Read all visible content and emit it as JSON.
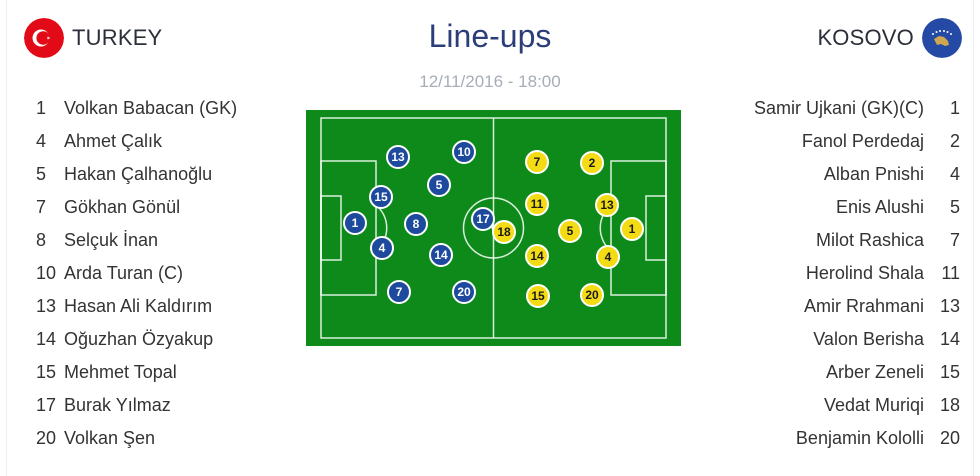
{
  "match": {
    "title": "Line-ups",
    "datetime": "12/11/2016 - 18:00"
  },
  "home": {
    "name": "TURKEY",
    "flag_icon": "turkey-flag-icon",
    "color": "#1e4a9e",
    "players": [
      {
        "num": "1",
        "name": "Volkan Babacan (GK)"
      },
      {
        "num": "4",
        "name": "Ahmet Çalık"
      },
      {
        "num": "5",
        "name": "Hakan Çalhanoğlu"
      },
      {
        "num": "7",
        "name": "Gökhan Gönül"
      },
      {
        "num": "8",
        "name": "Selçuk İnan"
      },
      {
        "num": "10",
        "name": "Arda Turan (C)"
      },
      {
        "num": "13",
        "name": "Hasan Ali Kaldırım"
      },
      {
        "num": "14",
        "name": "Oğuzhan Özyakup"
      },
      {
        "num": "15",
        "name": "Mehmet Topal"
      },
      {
        "num": "17",
        "name": "Burak Yılmaz"
      },
      {
        "num": "20",
        "name": "Volkan Şen"
      }
    ]
  },
  "away": {
    "name": "KOSOVO",
    "flag_icon": "kosovo-flag-icon",
    "color": "#f4dc14",
    "players": [
      {
        "num": "1",
        "name": "Samir Ujkani (GK)(C)"
      },
      {
        "num": "2",
        "name": "Fanol Perdedaj"
      },
      {
        "num": "4",
        "name": "Alban Pnishi"
      },
      {
        "num": "5",
        "name": "Enis Alushi"
      },
      {
        "num": "7",
        "name": "Milot Rashica"
      },
      {
        "num": "11",
        "name": "Herolind Shala"
      },
      {
        "num": "13",
        "name": "Amir Rrahmani"
      },
      {
        "num": "14",
        "name": "Valon Berisha"
      },
      {
        "num": "15",
        "name": "Arber Zeneli"
      },
      {
        "num": "18",
        "name": "Vedat Muriqi"
      },
      {
        "num": "20",
        "name": "Benjamin Kololli"
      }
    ]
  },
  "pitch": {
    "color": "#0d8a1a",
    "home_dots": [
      "13",
      "10",
      "15",
      "5",
      "1",
      "8",
      "17",
      "4",
      "14",
      "7",
      "20"
    ],
    "away_dots": [
      "7",
      "2",
      "11",
      "13",
      "18",
      "5",
      "1",
      "14",
      "4",
      "15",
      "20"
    ]
  }
}
